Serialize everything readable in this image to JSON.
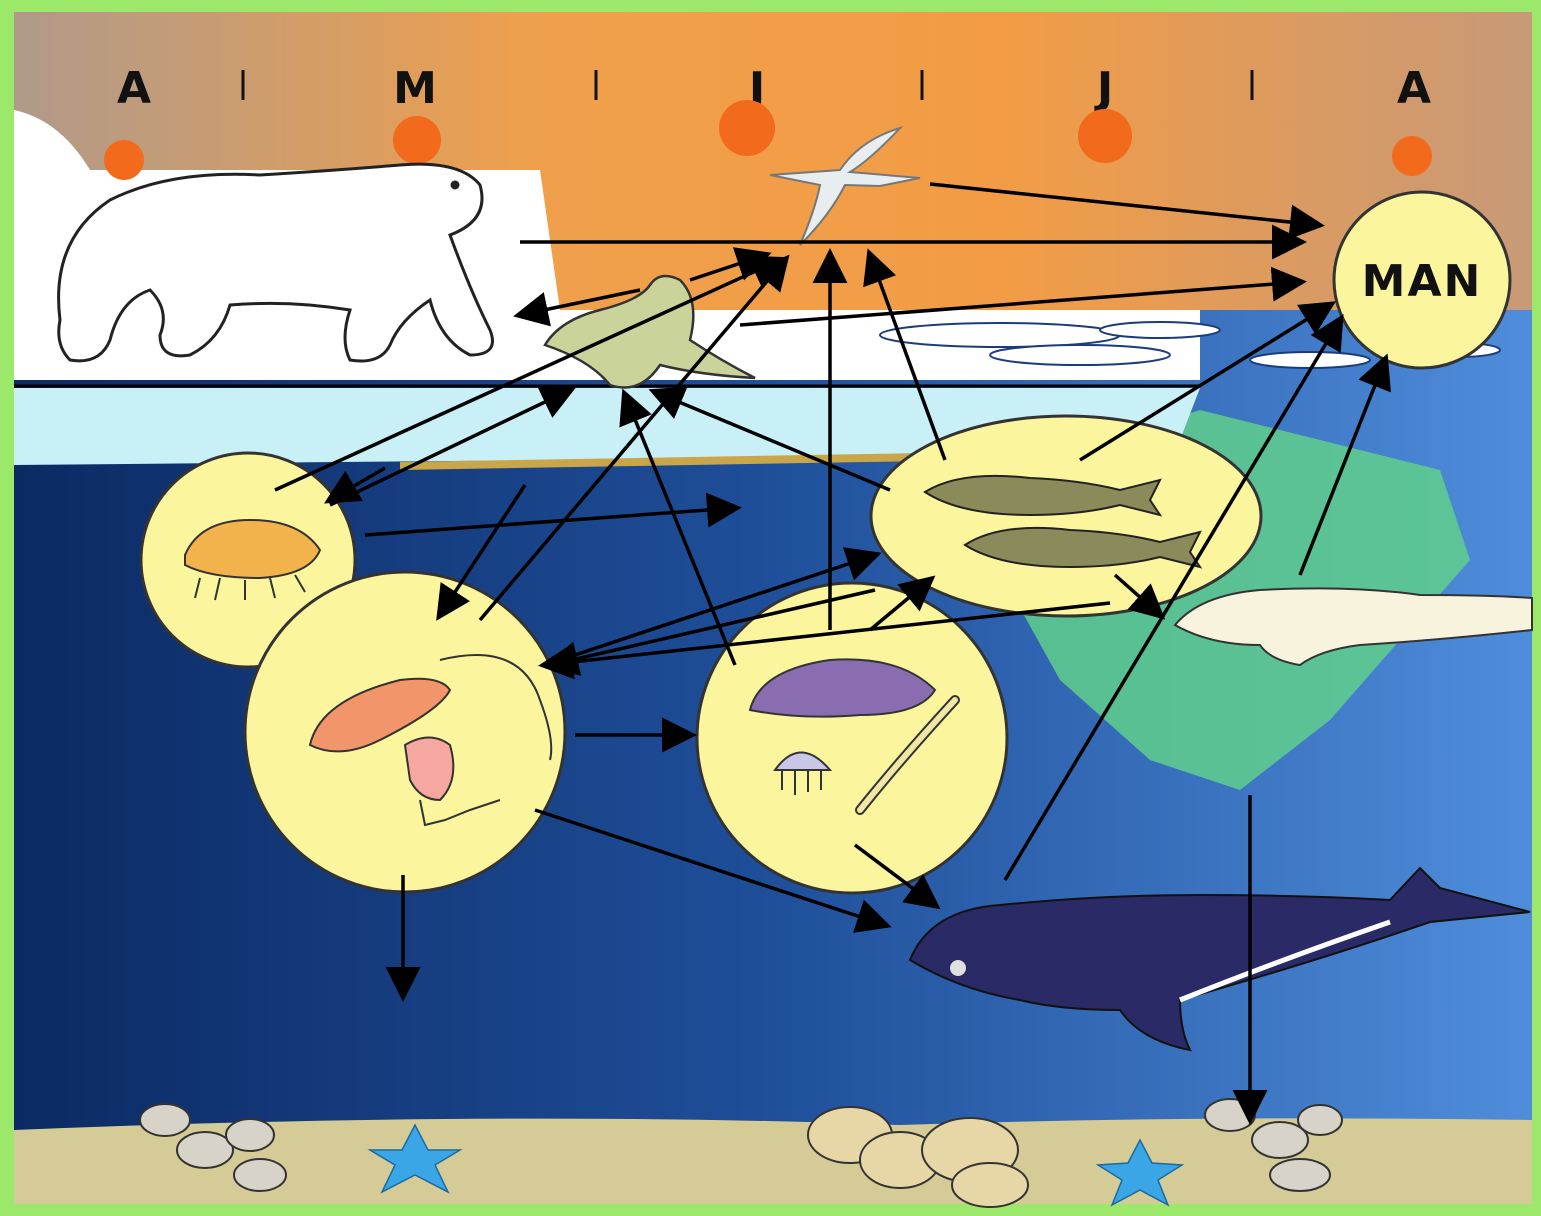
{
  "diagram": {
    "months": [
      "A",
      "M",
      "J",
      "J",
      "A"
    ],
    "top_node_label": "MAN",
    "nodes": [
      {
        "id": "man",
        "label": "MAN",
        "kind": "top-consumer"
      },
      {
        "id": "arctic-tern",
        "kind": "seabird"
      },
      {
        "id": "polar-bear",
        "kind": "predator"
      },
      {
        "id": "seal",
        "kind": "marine-mammal"
      },
      {
        "id": "ice-amphipod",
        "kind": "ice-fauna"
      },
      {
        "id": "arctic-cod",
        "kind": "fish"
      },
      {
        "id": "beluga",
        "kind": "marine-mammal"
      },
      {
        "id": "copepods",
        "kind": "zooplankton"
      },
      {
        "id": "krill-jellyfish",
        "kind": "zooplankton"
      },
      {
        "id": "bowhead-whale",
        "kind": "whale"
      },
      {
        "id": "benthos-clams",
        "kind": "benthos"
      },
      {
        "id": "sea-stars",
        "kind": "benthos"
      }
    ],
    "colors": {
      "frame": "#9be86a",
      "sky_left": "#b49a86",
      "sky_mid": "#f4a24a",
      "sun": "#f26a1b",
      "ocean_dark": "#0c2f6b",
      "ocean_light": "#4a86d6",
      "ice": "#ffffff",
      "ice_under": "#c9f0f6",
      "node_fill": "#fbf59e",
      "shelf": "#5fd08a",
      "seafloor": "#d4cb96"
    }
  }
}
